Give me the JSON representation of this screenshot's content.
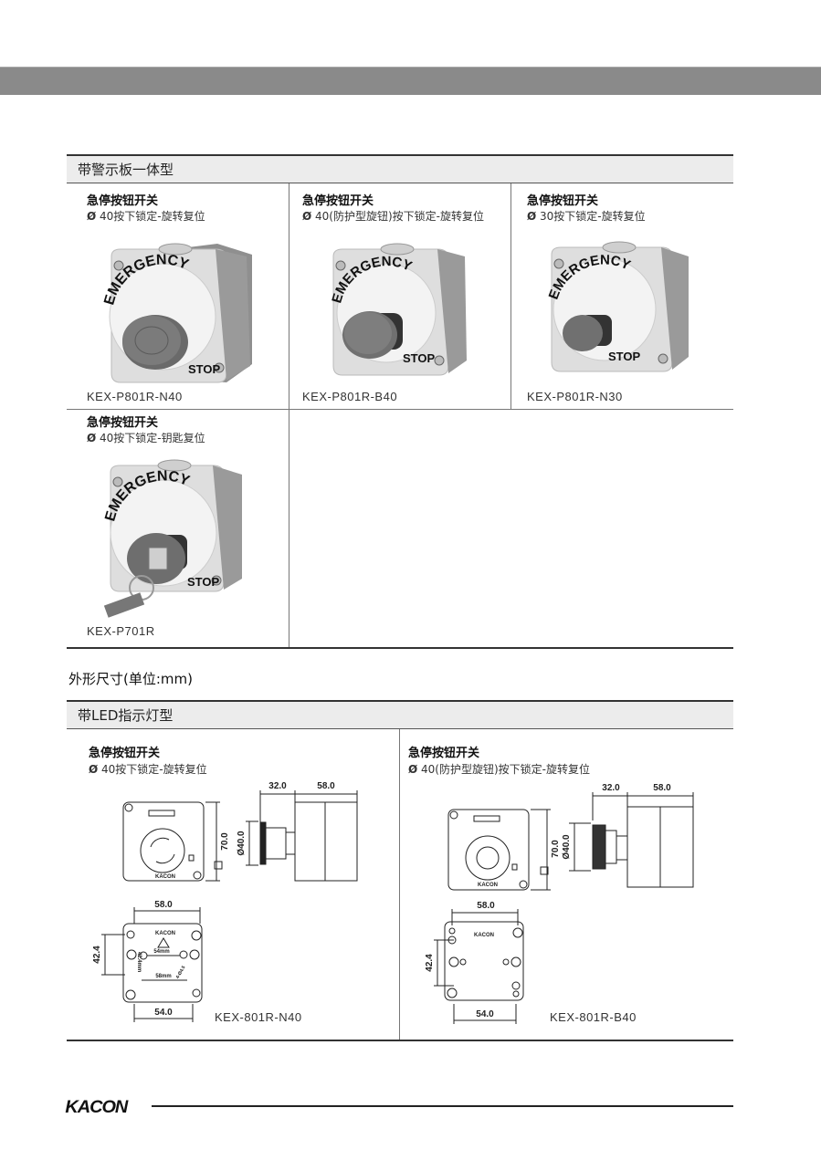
{
  "section1": {
    "title": "带警示板一体型",
    "products": [
      {
        "name": "急停按钮开关",
        "spec_symbol": "Ø",
        "spec": "40按下锁定-旋转复位",
        "model": "KEX-P801R-N40",
        "label_top": "EMERGENCY",
        "label_bottom": "STOP"
      },
      {
        "name": "急停按钮开关",
        "spec_symbol": "Ø",
        "spec": "40(防护型旋钮)按下锁定-旋转复位",
        "model": "KEX-P801R-B40",
        "label_top": "EMERGENCY",
        "label_bottom": "STOP"
      },
      {
        "name": "急停按钮开关",
        "spec_symbol": "Ø",
        "spec": "30按下锁定-旋转复位",
        "model": "KEX-P801R-N30",
        "label_top": "EMERGENCY",
        "label_bottom": "STOP"
      },
      {
        "name": "急停按钮开关",
        "spec_symbol": "Ø",
        "spec": "40按下锁定-钥匙复位",
        "model": "KEX-P701R",
        "label_top": "EMERGENCY",
        "label_bottom": "STOP"
      }
    ]
  },
  "dimensions_title": "外形尺寸(单位:mm)",
  "section2": {
    "title": "带LED指示灯型",
    "drawings": [
      {
        "name": "急停按钮开关",
        "spec_symbol": "Ø",
        "spec": "40按下锁定-旋转复位",
        "model": "KEX-801R-N40",
        "dims": {
          "depth_front": "32.0",
          "depth_body": "58.0",
          "height": "70.0",
          "diameter": "Ø40.0",
          "width_top": "58.0",
          "hole_v": "42.4",
          "width_bottom": "54.0",
          "inner_v": "42.4mm",
          "inner_h1": "54mm",
          "inner_h2": "58mm",
          "hole_note": "4-Ø4.5"
        }
      },
      {
        "name": "急停按钮开关",
        "spec_symbol": "Ø",
        "spec": "40(防护型旋钮)按下锁定-旋转复位",
        "model": "KEX-801R-B40",
        "dims": {
          "depth_front": "32.0",
          "depth_body": "58.0",
          "height": "70.0",
          "diameter": "Ø40.0",
          "width_top": "58.0",
          "hole_v": "42.4",
          "width_bottom": "54.0"
        }
      }
    ]
  },
  "footer": {
    "logo": "KACON"
  },
  "colors": {
    "band": "#8a8a8a",
    "header_bg": "#ececec",
    "box_light": "#dcdcdc",
    "box_side": "#8f8f8f",
    "button": "#6a6a6a"
  }
}
